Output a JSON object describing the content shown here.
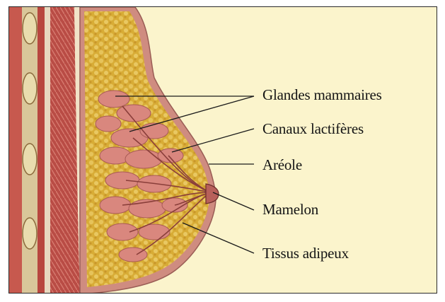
{
  "labels": {
    "glandes": "Glandes mammaires",
    "canaux": "Canaux lactifères",
    "areole": "Aréole",
    "mamelon": "Mamelon",
    "tissus": "Tissus adipeux"
  },
  "colors": {
    "background": "#fbf4cc",
    "fat": "#d9ad3a",
    "gland": "#d98a86",
    "skin": "#c9857c",
    "muscle": "#b84a44",
    "bone": "#e8ddb0",
    "line": "#1a1a1a"
  }
}
